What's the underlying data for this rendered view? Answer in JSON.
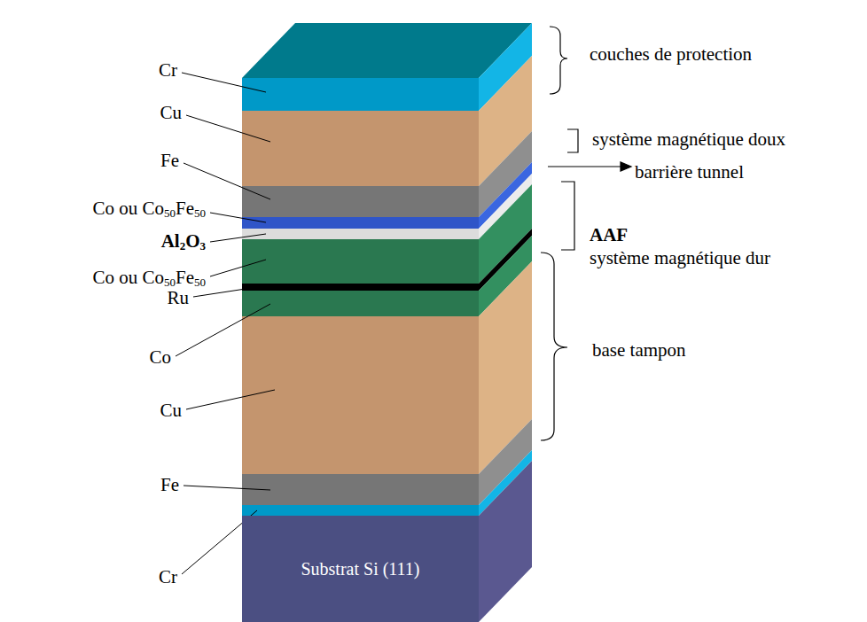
{
  "diagram": {
    "nodes": [
      {
        "text": [
          "Substrat Si (111)"
        ]
      }
    ],
    "labels": [
      "Cr",
      "Cu",
      "Fe",
      "Co ou Co50Fe50",
      "Al2O3",
      "Co ou Co50Fe50",
      "Ru",
      "Co",
      "Cu",
      "Fe",
      "Cr",
      "couches de protection",
      "système magnétique doux",
      "barrière tunnel",
      "AAF",
      "système magnétique dur",
      "base tampon"
    ]
  }
}
